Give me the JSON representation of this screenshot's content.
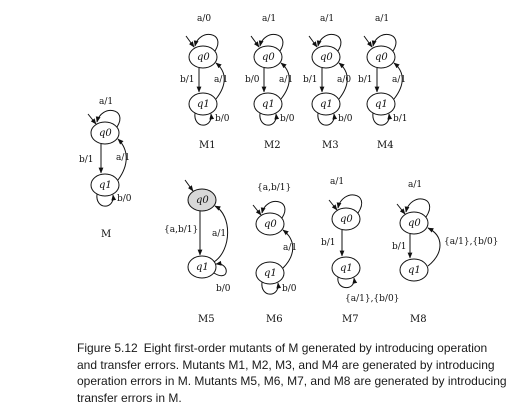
{
  "machines": [
    {
      "name": "M",
      "s0": "q0",
      "s1": "q1",
      "top": "a/1",
      "l": "b/1",
      "r": "a/1",
      "bot": "b/0"
    },
    {
      "name": "M1",
      "s0": "q0",
      "s1": "q1",
      "top": "a/0",
      "l": "b/1",
      "r": "a/1",
      "bot": "b/0"
    },
    {
      "name": "M2",
      "s0": "q0",
      "s1": "q1",
      "top": "a/1",
      "l": "b/0",
      "r": "a/1",
      "bot": "b/0"
    },
    {
      "name": "M3",
      "s0": "q0",
      "s1": "q1",
      "top": "a/1",
      "l": "b/1",
      "r": "a/0",
      "bot": "b/0"
    },
    {
      "name": "M4",
      "s0": "q0",
      "s1": "q1",
      "top": "a/1",
      "l": "b/1",
      "r": "a/1",
      "bot": "b/1"
    },
    {
      "name": "M5",
      "s0": "q0",
      "s1": "q1",
      "l": "{a,b/1}",
      "r": "a/1",
      "bot": "b/0"
    },
    {
      "name": "M6",
      "s0": "q0",
      "s1": "q1",
      "top": "{a,b/1}",
      "r": "a/1",
      "bot": "b/0"
    },
    {
      "name": "M7",
      "s0": "q0",
      "s1": "q1",
      "top": "a/1",
      "l": "b/1",
      "bot": "{a/1},{b/0}"
    },
    {
      "name": "M8",
      "s0": "q0",
      "s1": "q1",
      "top": "a/1",
      "l": "b/1",
      "r": "{a/1},{b/0}"
    }
  ],
  "caption": {
    "number": "Figure 5.12",
    "text": "Eight first-order mutants of M generated by introducing operation and transfer errors. Mutants M1, M2, M3, and M4 are generated by introducing operation errors in M. Mutants M5, M6, M7, and M8 are generated by introducing transfer errors in M."
  }
}
